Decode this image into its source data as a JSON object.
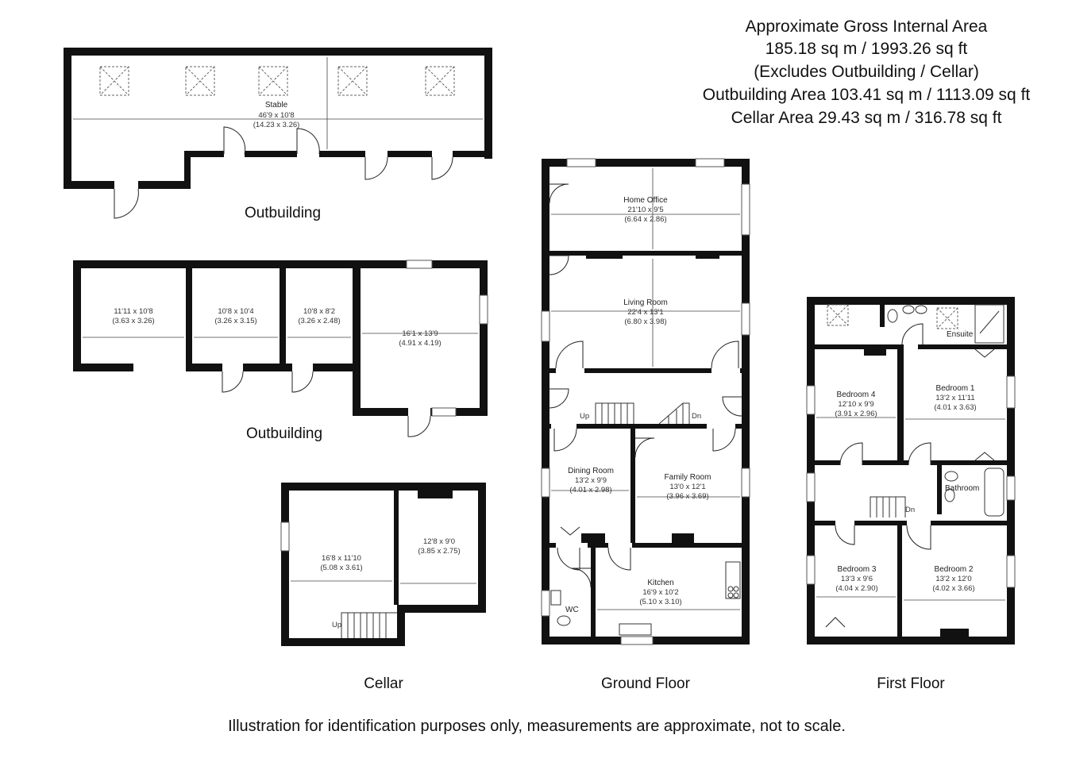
{
  "header": {
    "line1": "Approximate Gross Internal Area",
    "line2": "185.18 sq m / 1993.26 sq ft",
    "line3": "(Excludes Outbuilding / Cellar)",
    "line4": "Outbuilding Area 103.41 sq m / 1113.09 sq ft",
    "line5": "Cellar Area 29.43 sq m / 316.78 sq ft"
  },
  "floors": {
    "outbuilding_top": "Outbuilding",
    "outbuilding_mid": "Outbuilding",
    "cellar": "Cellar",
    "ground": "Ground Floor",
    "first": "First Floor"
  },
  "rooms": {
    "stable": {
      "name": "Stable",
      "imperial": "46'9 x 10'8",
      "metric": "(14.23 x 3.26)"
    },
    "ob1": {
      "imperial": "11'11 x 10'8",
      "metric": "(3.63 x 3.26)"
    },
    "ob2": {
      "imperial": "10'8 x 10'4",
      "metric": "(3.26 x 3.15)"
    },
    "ob3": {
      "imperial": "10'8 x 8'2",
      "metric": "(3.26 x 2.48)"
    },
    "ob4": {
      "imperial": "16'1 x 13'9",
      "metric": "(4.91 x 4.19)"
    },
    "cellar1": {
      "imperial": "16'8 x 11'10",
      "metric": "(5.08 x 3.61)"
    },
    "cellar2": {
      "imperial": "12'8 x 9'0",
      "metric": "(3.85 x 2.75)"
    },
    "home_office": {
      "name": "Home Office",
      "imperial": "21'10 x 9'5",
      "metric": "(6.64 x 2.86)"
    },
    "living_room": {
      "name": "Living Room",
      "imperial": "22'4 x 13'1",
      "metric": "(6.80 x 3.98)"
    },
    "dining_room": {
      "name": "Dining Room",
      "imperial": "13'2 x 9'9",
      "metric": "(4.01 x 2.98)"
    },
    "family_room": {
      "name": "Family Room",
      "imperial": "13'0 x 12'1",
      "metric": "(3.96 x 3.69)"
    },
    "kitchen": {
      "name": "Kitchen",
      "imperial": "16'9 x 10'2",
      "metric": "(5.10 x 3.10)"
    },
    "wc": {
      "name": "WC"
    },
    "ensuite": {
      "name": "Ensuite"
    },
    "bedroom4": {
      "name": "Bedroom 4",
      "imperial": "12'10 x 9'9",
      "metric": "(3.91 x 2.96)"
    },
    "bedroom1": {
      "name": "Bedroom 1",
      "imperial": "13'2 x 11'11",
      "metric": "(4.01 x 3.63)"
    },
    "bathroom": {
      "name": "Bathroom"
    },
    "bedroom3": {
      "name": "Bedroom 3",
      "imperial": "13'3 x 9'6",
      "metric": "(4.04 x 2.90)"
    },
    "bedroom2": {
      "name": "Bedroom 2",
      "imperial": "13'2 x 12'0",
      "metric": "(4.02 x 3.66)"
    }
  },
  "stairs": {
    "up": "Up",
    "dn": "Dn"
  },
  "disclaimer": "Illustration for identification purposes only, measurements are approximate, not to scale."
}
